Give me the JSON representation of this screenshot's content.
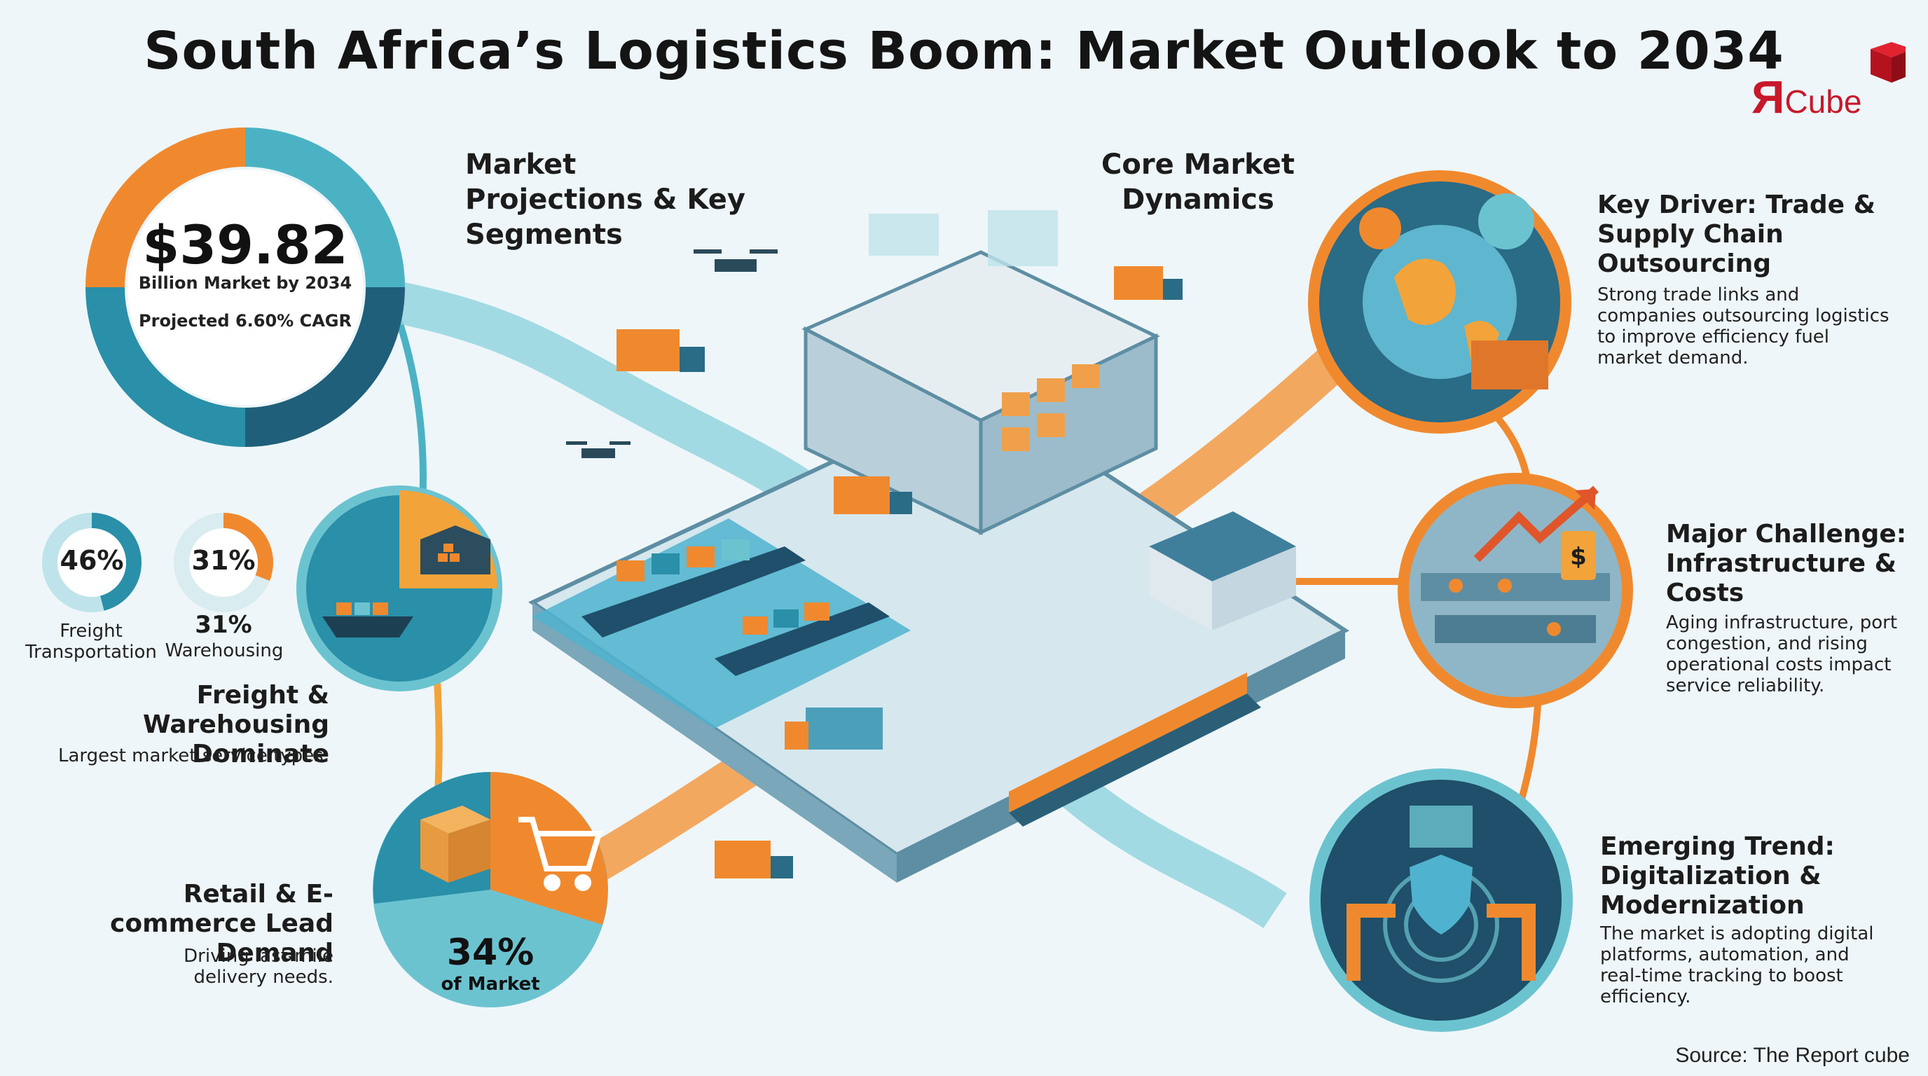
{
  "title": "South Africa’s Logistics Boom: Market Outlook to 2034",
  "logo": {
    "mark": "Я",
    "text": "Cube"
  },
  "headline_stat": {
    "value": "$39.82",
    "label": "Billion Market by 2034",
    "cagr": "Projected 6.60% CAGR"
  },
  "sections": {
    "projections": "Market Projections & Key Segments",
    "dynamics": "Core Market Dynamics"
  },
  "segments": {
    "freight": {
      "pct": "46%",
      "label": "Freight Transportation",
      "value": 46
    },
    "warehousing": {
      "pct": "31%",
      "pct_label": "31%",
      "label": "Warehousing",
      "value": 31
    },
    "dominate_title": "Freight & Warehousing Dominate",
    "dominate_body": "Largest market service types.",
    "retail_title": "Retail & E-commerce Lead Demand",
    "retail_body": "Driving last-mile delivery needs.",
    "retail_pct": "34%",
    "retail_pct_label": "of Market"
  },
  "dynamics": [
    {
      "title": "Key Driver: Trade & Supply Chain Outsourcing",
      "body": "Strong trade links and companies outsourcing logistics to improve efficiency fuel market demand."
    },
    {
      "title": "Major Challenge: Infrastructure & Costs",
      "body": "Aging infrastructure, port congestion, and rising operational costs impact service reliability."
    },
    {
      "title": "Emerging Trend: Digitalization & Modernization",
      "body": "The market is adopting digital platforms, automation, and real-time tracking to boost efficiency."
    }
  ],
  "source": "Source: The Report cube",
  "colors": {
    "orange": "#f0892e",
    "teal": "#2a8fa8",
    "light_teal": "#6cc3d0",
    "navy": "#1f5f7a",
    "brand_red": "#c8182a"
  }
}
